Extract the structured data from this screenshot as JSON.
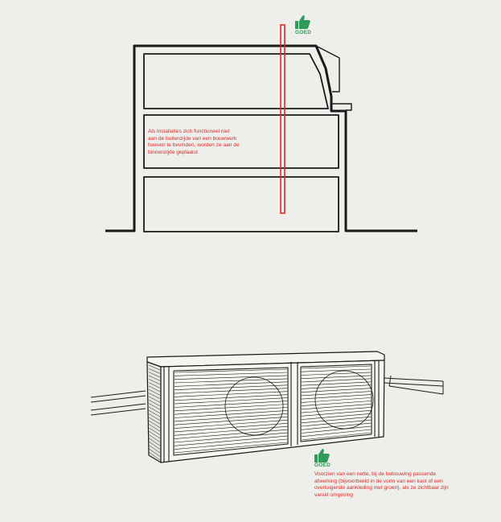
{
  "colors": {
    "background": "#eeeeea",
    "line": "#1a1a1a",
    "accent_red": "#d92b2b",
    "approval_green": "#2f9a5a"
  },
  "top_illustration": {
    "badge": {
      "icon": "thumbs-up-icon",
      "label": "GOED"
    },
    "note_lines": [
      "Als installaties zich functioneel niet",
      "aan de buitenzijde van een bouwwerk",
      "hoeven te bevinden, worden ze aan de",
      "binnenzijde geplaatst"
    ]
  },
  "bottom_illustration": {
    "badge": {
      "icon": "thumbs-up-icon",
      "label": "GOED"
    },
    "note_lines": [
      "Voorzien van een nette, bij de bebouwing passende",
      "afwerking (bijvoorbeeld in de vorm van een kast of een",
      "overtuigende aankleding met groen), als ze zichtbaar zijn",
      "vanuit omgeving"
    ]
  }
}
